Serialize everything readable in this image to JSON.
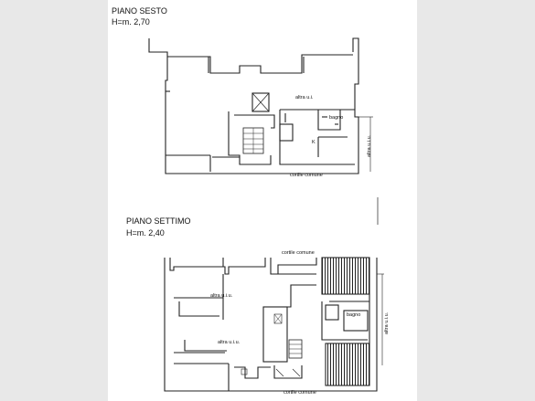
{
  "plans": [
    {
      "title": "PIANO SESTO",
      "height": "H=m. 2,70",
      "labels": {
        "other_unit": "altra u.i.",
        "other_unit_side": "altra u.i.u.",
        "bathroom": "bagno",
        "kitchen": "K",
        "courtyard": "cortile comune"
      }
    },
    {
      "title": "PIANO SETTIMO",
      "height": "H=m. 2,40",
      "labels": {
        "courtyard_top": "cortile comune",
        "other_unit_1": "altra u.i.u.",
        "other_unit_2": "altra u.i.u.",
        "bathroom": "bagno",
        "other_unit_side": "altra u.i.u.",
        "courtyard_bottom": "cortile comune"
      }
    }
  ]
}
